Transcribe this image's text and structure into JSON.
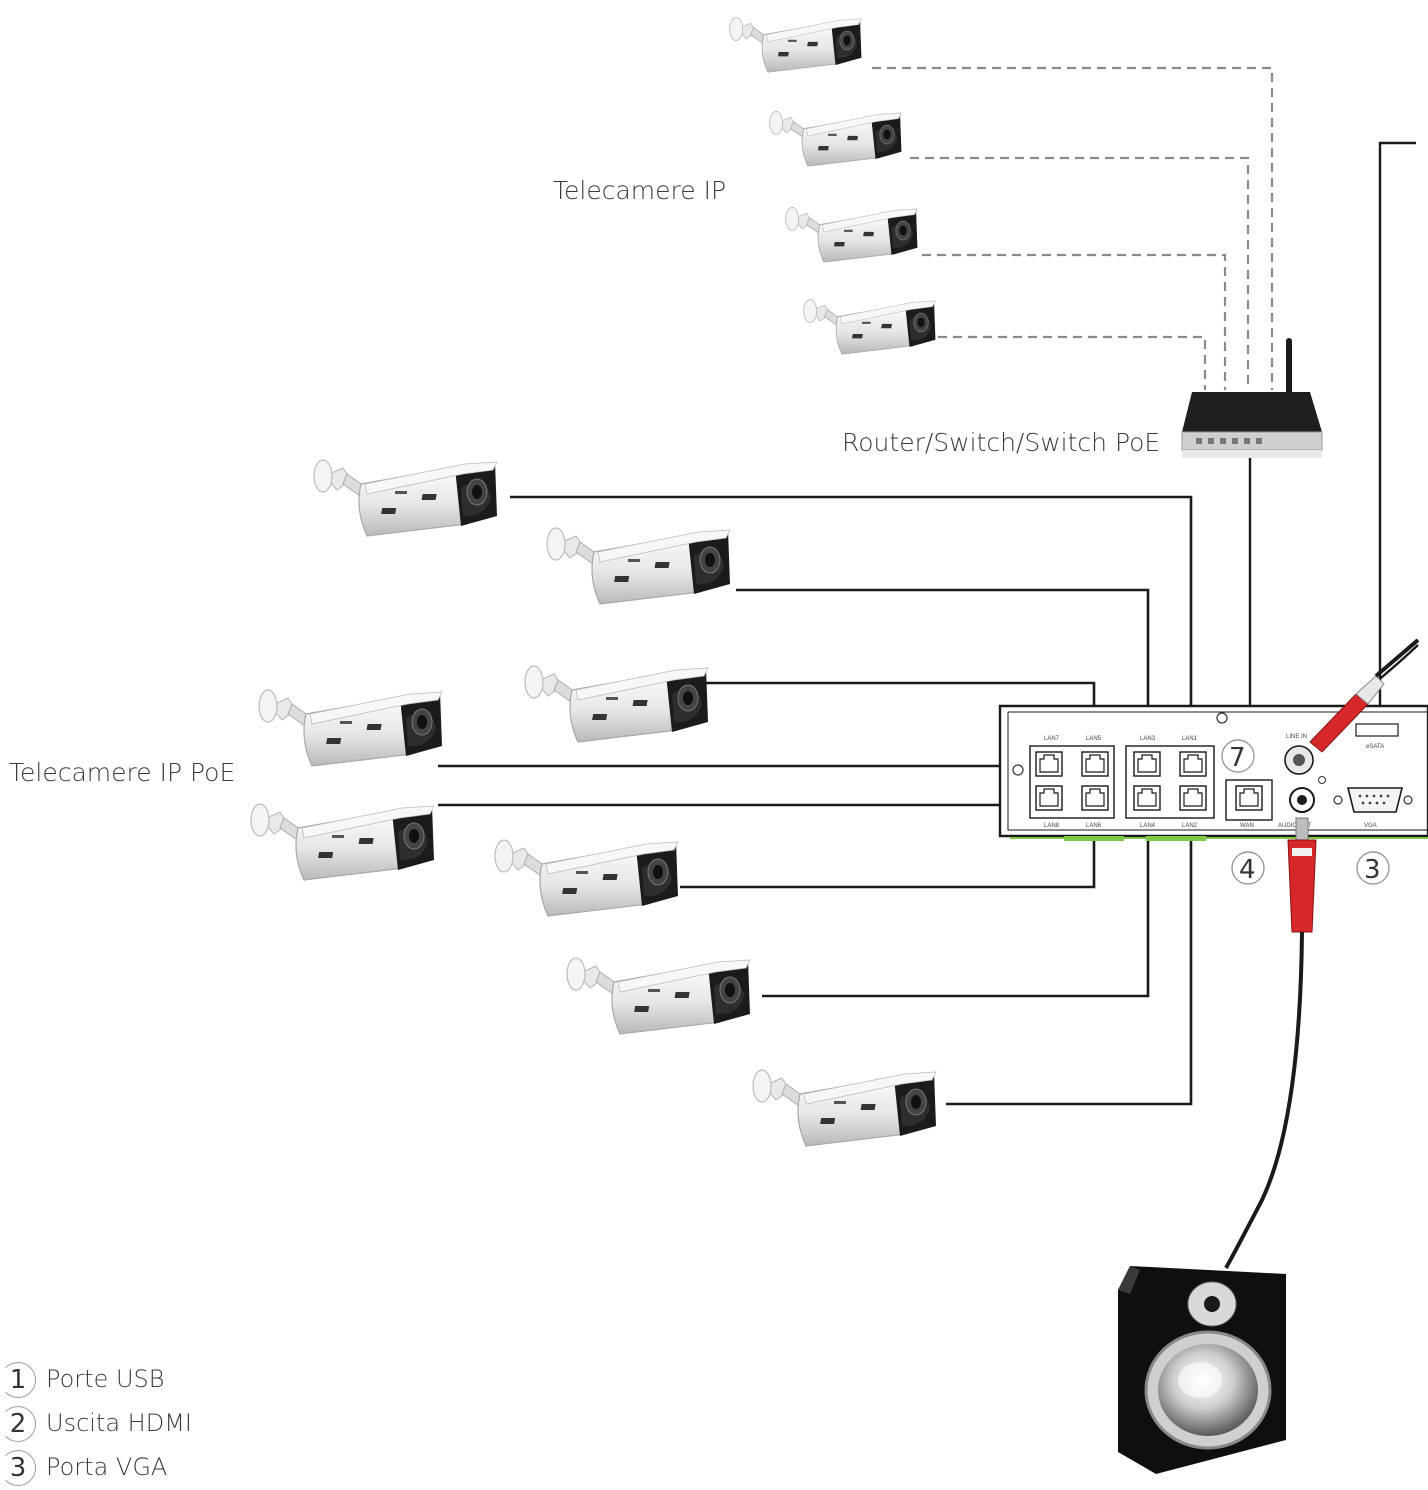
{
  "labels": {
    "ip_cameras": "Telecamere IP",
    "router": "Router/Switch/Switch PoE",
    "poe_cameras": "Telecamere IP PoE"
  },
  "nvr_ports": {
    "lan_top": [
      "LAN7",
      "LAN5",
      "LAN3",
      "LAN1"
    ],
    "lan_bottom": [
      "LAN8",
      "LAN6",
      "LAN4",
      "LAN2"
    ],
    "wan": "WAN",
    "audio_out": "AUDIO OUT",
    "line_in": "LINE IN",
    "vga": "VGA",
    "esata": "eSATA"
  },
  "markers": {
    "m7": "7",
    "m4": "4",
    "m3": "3"
  },
  "legend": [
    {
      "num": "1",
      "text": "Porte USB"
    },
    {
      "num": "2",
      "text": "Uscita HDMI"
    },
    {
      "num": "3",
      "text": "Porta VGA"
    }
  ],
  "icons": {
    "camera": "bullet-camera-icon",
    "router": "router-icon",
    "speaker": "speaker-icon",
    "nvr": "nvr-icon"
  },
  "colors": {
    "cable": "#1a1a1a",
    "dashed_cable": "#8a8a8a",
    "rca_red": "#d62828",
    "nvr_accent": "#7cc94a"
  }
}
